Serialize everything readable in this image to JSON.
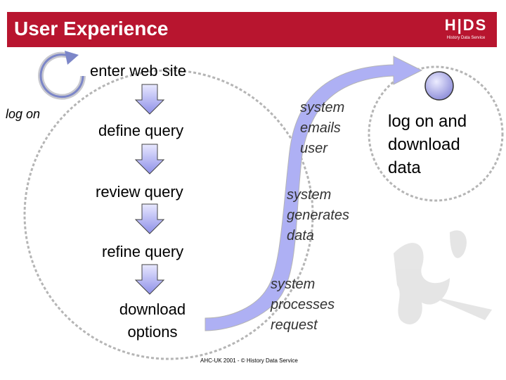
{
  "header": {
    "title": "User Experience",
    "logo_text": "H|DS",
    "logo_subtext": "History Data Service",
    "bg_color": "#b8152f"
  },
  "diagram": {
    "start_label": "enter web site",
    "left_label": "log on",
    "steps": [
      "define query",
      "review query",
      "refine query",
      "download options"
    ],
    "system_steps": [
      "system processes request",
      "system generates data",
      "system emails user"
    ],
    "end_label": "log on and download data"
  },
  "footer": "AHC-UK 2001 - © History Data Service",
  "colors": {
    "arrow_fill": "#a9aaf0",
    "dashed_circle": "#b7b7b7",
    "end_node": "#a6a6e6"
  },
  "icons": [
    "cycle-arrow-icon",
    "down-arrow-icon",
    "feather-watermark-icon"
  ]
}
